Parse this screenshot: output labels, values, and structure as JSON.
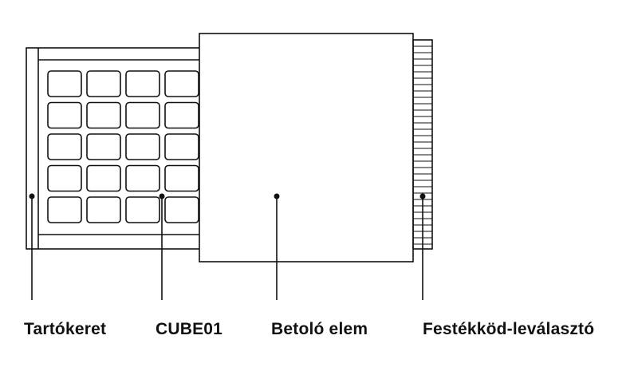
{
  "labels": {
    "frame": "Tartókeret",
    "cube": "CUBE01",
    "insert": "Betoló elem",
    "separator": "Festékköd-leválasztó"
  },
  "colors": {
    "line": "#111111",
    "background": "#ffffff"
  },
  "cell_grid": {
    "rows": 5,
    "columns": 4
  }
}
